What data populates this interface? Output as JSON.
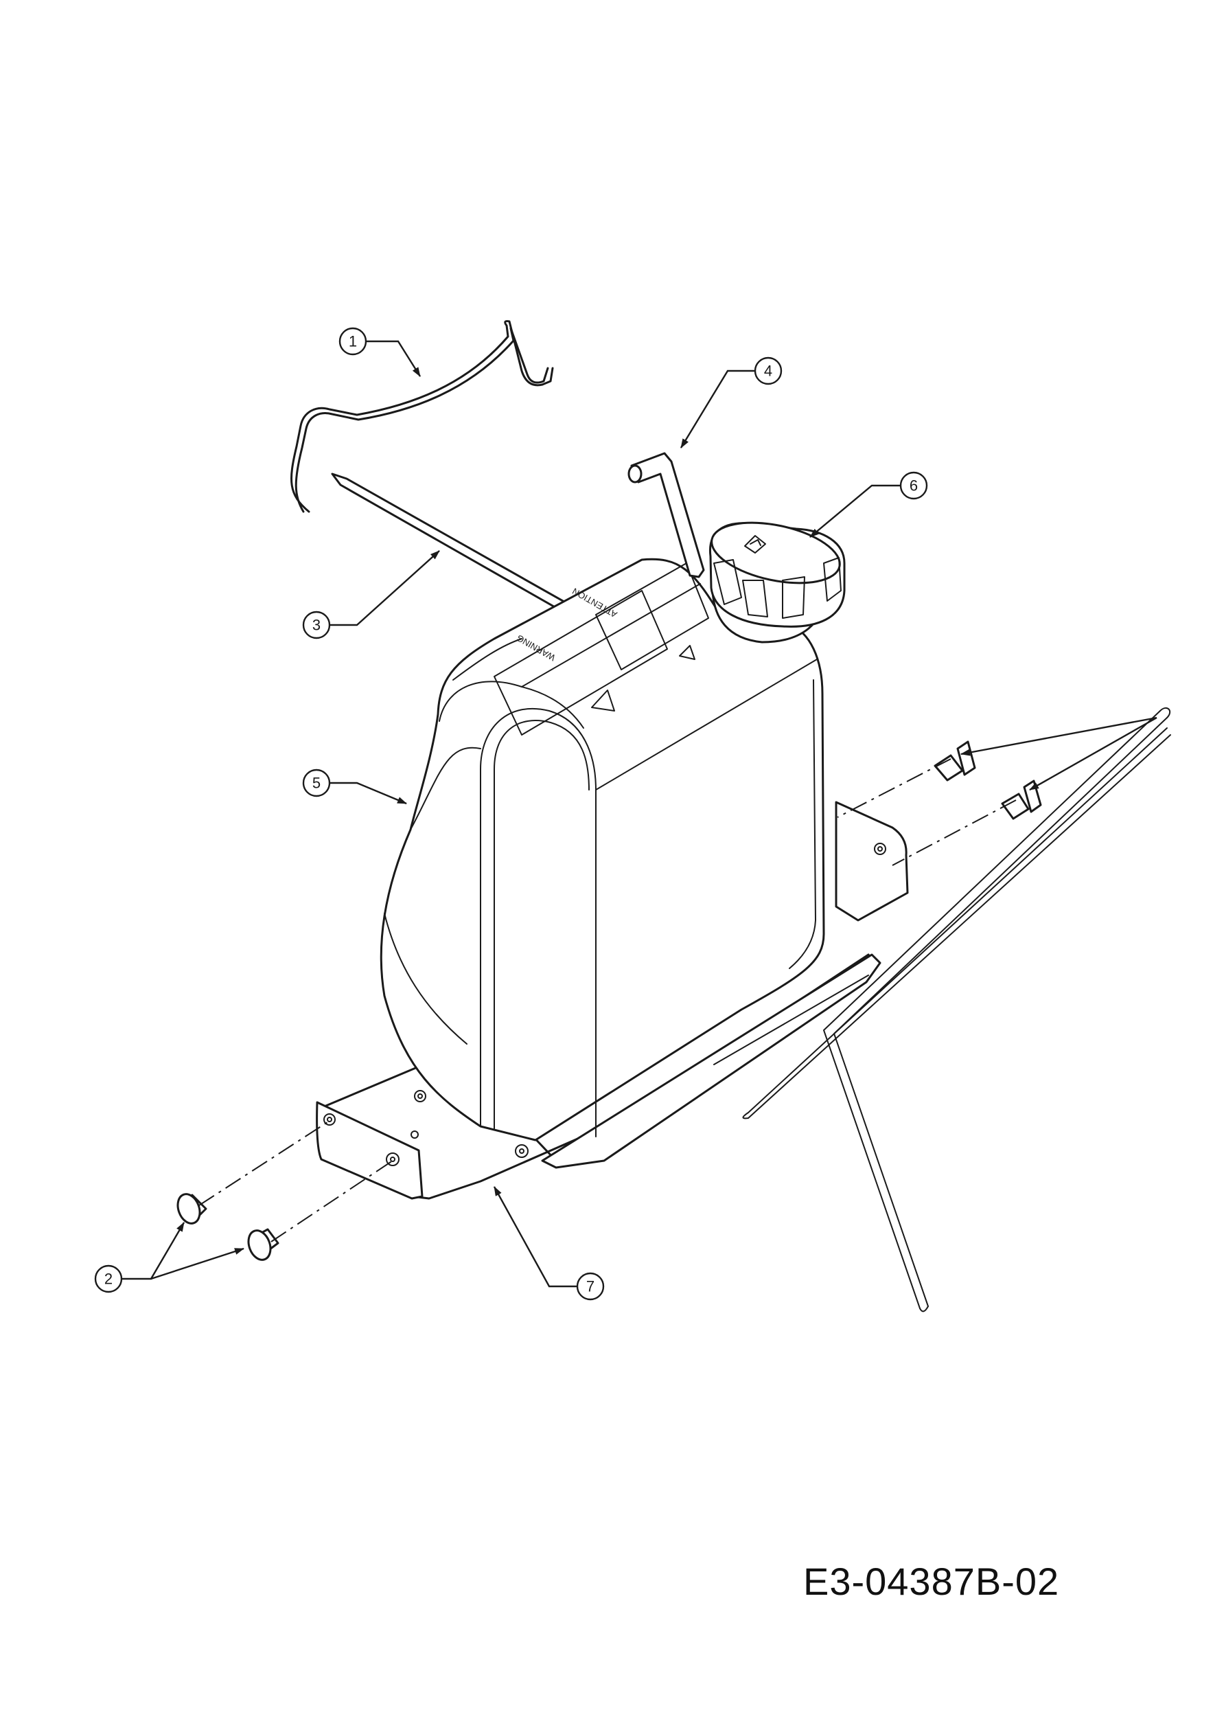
{
  "drawing_code": "E3-04387B-02",
  "callouts": [
    {
      "number": "1"
    },
    {
      "number": "2"
    },
    {
      "number": "3"
    },
    {
      "number": "4"
    },
    {
      "number": "5"
    },
    {
      "number": "6"
    },
    {
      "number": "7"
    }
  ],
  "tank_labels": {
    "warning": "WARNING",
    "attention": "ATTENTION"
  }
}
